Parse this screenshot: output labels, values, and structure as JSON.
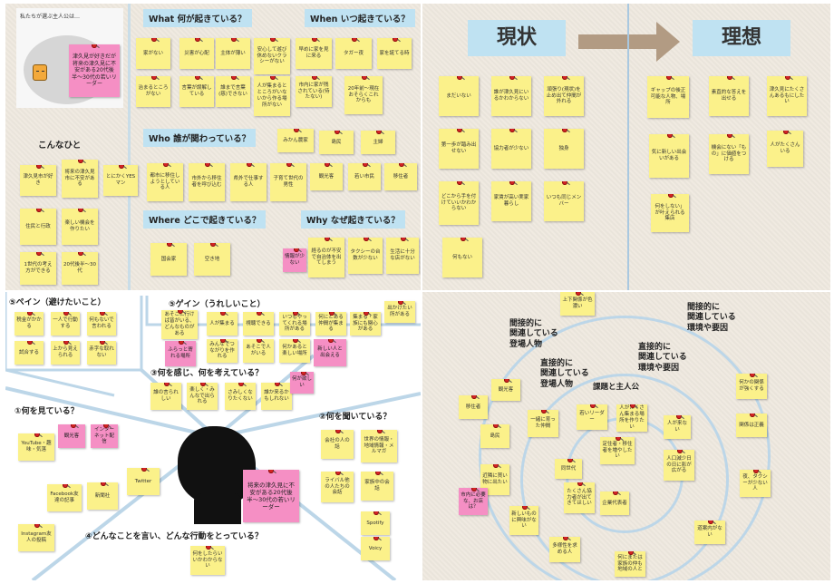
{
  "top_left": {
    "persona_title": "私たちが選ぶ主人公は…",
    "persona_note": "津久見が好きだが将来の津久見に不安がある20代後半〜30代の若いリーダー",
    "headers": {
      "what": "What  何が起きている？",
      "when": "When  いつ起きている？",
      "who": "Who  誰が関わっている？",
      "where": "Where  どこで起きている？",
      "why": "Why  なぜ起きている？",
      "konnahito": "こんなひと"
    },
    "what_notes": [
      "家がない",
      "災害が心配",
      "主体が薄い",
      "安心して遊び休めないクラシーがない",
      "治まるところがない",
      "言葉が誤解している",
      "誰まで言葉(慈)できない",
      "人が集まるとところがいないから作る場所がない",
      "市内に家が残されている(待たない)",
      "早めに家を見に来る"
    ],
    "when_notes": [
      "タガー夜",
      "家を誕てる時",
      "20年前〜現在おそらくこれからも"
    ],
    "who_notes": [
      "みかん農家",
      "島民",
      "主婦",
      "都市に移住しようとしている人",
      "市外から移住者を呼び込む",
      "県外で仕事する人",
      "子育て世代の男性",
      "観光客",
      "若い市民",
      "移住者"
    ],
    "where_notes": [
      "国会家",
      "空き地"
    ],
    "why_notes": [
      "情報が少ない",
      "経るのが不安で自治体を出てしまう",
      "タクシーの台数が少ない",
      "生活に十分な店がない"
    ],
    "konnahito_notes": [
      "津久見市が好き",
      "将来の津久見市に不安がある",
      "とにかくYESマン",
      "住民と行政",
      "楽しい機会を作りたい",
      "1世代の考え方ができる",
      "20代後半〜30代"
    ]
  },
  "top_right": {
    "genjo": "現状",
    "riso": "理想",
    "current_notes": [
      "まだいない",
      "誰が津久見にいるかわからない",
      "頑張り(現状)を止め出て仲間が外れる",
      "第一歩が踏み出せない",
      "協力者が少ない",
      "独身",
      "どこから手を付けていいかわからない",
      "家賃が高い実家暮らし",
      "いつも同じメンバー",
      "何もない"
    ],
    "ideal_notes": [
      "ギャップの後正可能な人物、場所",
      "素直的な答えを出せる",
      "津久見にたくさんあるもにしたい",
      "気に新しい出会いがある",
      "機会にない「もの」に価値をつける",
      "人がたくさんいる",
      "何をしない」が叶えられる集店"
    ]
  },
  "bottom_left": {
    "headers": {
      "pain": "⑤ペイン（避けたいこと）",
      "gain": "⑤ゲイン（うれしいこと）",
      "think": "③何を感じ、何を考えている？",
      "see": "①何を見ている？",
      "hear": "②何を聞いている？",
      "say": "④どんなことを言い、どんな行動をとっている？"
    },
    "pain_notes": [
      "税金がかかる",
      "一人で行動する",
      "何もないで言われる",
      "試合する",
      "上から見えられる",
      "赤字な取れない"
    ],
    "gain_notes": [
      "あそこに行けば皆がいる、どんなものがある",
      "人が集まる",
      "視聴できる",
      "いつもやってくれる場所がある",
      "何にとある仲間が集まる",
      "集まる・家族にも関心がある",
      "出かけたい所がある",
      "みんなでつながりを作れる",
      "あそこで人がいる",
      "何かあると楽しい場所",
      "新しい人と出会える",
      "ふらっと寄れる場所"
    ],
    "think_notes": [
      "誰の言られしい",
      "楽しく・みんなで出られる",
      "さみしくなりたくない",
      "誰か来るかもしれない",
      "何が欲しい"
    ],
    "see_notes": [
      "YouTube・趣味・気落",
      "観光客",
      "インターネット配信",
      "Twitter",
      "Facebook友達の記事",
      "新聞社",
      "Instagram友人の投稿"
    ],
    "hear_notes": [
      "会社の人の話",
      "世界の情報・地域情報・メルマガ",
      "ライバル他の人たちの会話",
      "家族中の会話",
      "Spotify",
      "Voicy"
    ],
    "persona_note": "将来の津久見に不安がある20代後半〜30代の若いリーダー",
    "say_notes": [
      "何をしたらいいかわからない"
    ]
  },
  "bottom_right": {
    "labels": {
      "indirect_people": "間接的に\n関連している\n登場人物",
      "indirect_env": "間接的に\n関連している\n環境や要因",
      "direct_people": "直接的に\n関連している\n登場人物",
      "direct_env": "直接的に\n関連している\n環境や要因",
      "center": "課題と主人公"
    },
    "outer_notes": [
      "上下関係が色濃い",
      "観光客",
      "移住者",
      "島民",
      "近隣に買い物に出たい",
      "新しいものに興味がない",
      "多様性を求める人",
      "何にまたは家族の仲も地域の人と",
      "何かの関係が強くする",
      "関係は正義",
      "夜、タクシーが少ない人",
      "道案内がない"
    ],
    "inner_notes": [
      "一緒に育った仲間",
      "若いリーダー",
      "人がたくさん集まる場所を作りたい",
      "定住者・移住者を増やしたい",
      "同世代",
      "たくさん協力者が出てきてほしい",
      "企業代表者",
      "人が来ない",
      "人口減少日の日に影が広がる"
    ],
    "pink_notes": [
      "市内に必要な、お店は？"
    ]
  }
}
